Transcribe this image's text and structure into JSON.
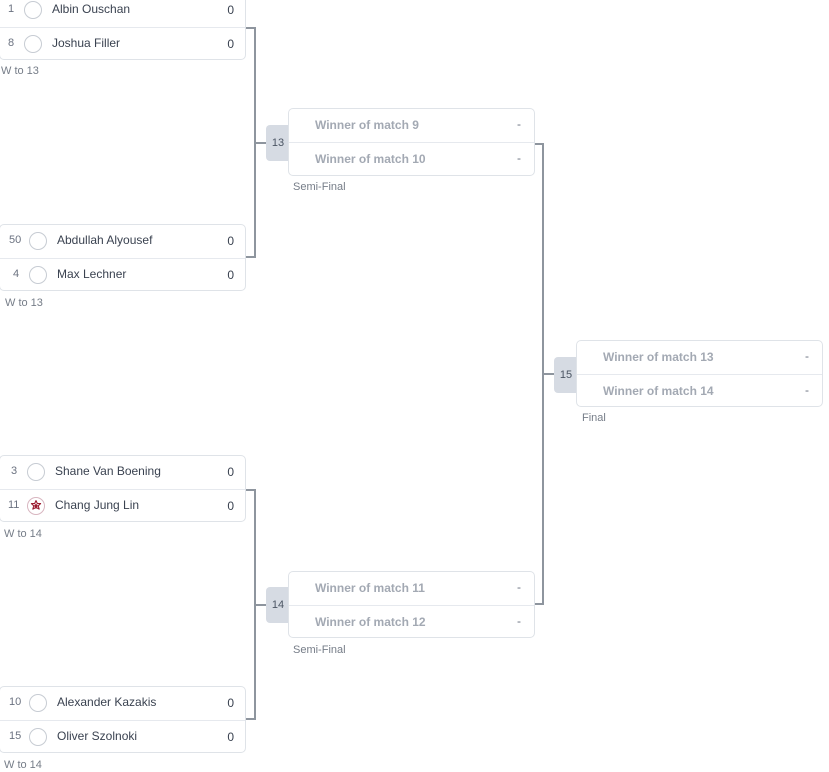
{
  "round1": [
    {
      "players": [
        {
          "seed": "1",
          "name": "Albin Ouschan",
          "score": "0"
        },
        {
          "seed": "8",
          "name": "Joshua Filler",
          "score": "0"
        }
      ],
      "advance": "W to 13"
    },
    {
      "players": [
        {
          "seed": "50",
          "name": "Abdullah Alyousef",
          "score": "0"
        },
        {
          "seed": "4",
          "name": "Max Lechner",
          "score": "0"
        }
      ],
      "advance": "W to 13"
    },
    {
      "players": [
        {
          "seed": "3",
          "name": "Shane Van Boening",
          "score": "0"
        },
        {
          "seed": "11",
          "name": "Chang Jung Lin",
          "score": "0",
          "flag_icon": "chinese-taipei-flag-icon"
        }
      ],
      "advance": "W to 14"
    },
    {
      "players": [
        {
          "seed": "10",
          "name": "Alexander Kazakis",
          "score": "0"
        },
        {
          "seed": "15",
          "name": "Oliver Szolnoki",
          "score": "0"
        }
      ],
      "advance": "W to 14"
    }
  ],
  "semis": [
    {
      "number": "13",
      "slots": [
        {
          "label": "Winner of match 9",
          "score": "-"
        },
        {
          "label": "Winner of match 10",
          "score": "-"
        }
      ],
      "round_label": "Semi-Final"
    },
    {
      "number": "14",
      "slots": [
        {
          "label": "Winner of match 11",
          "score": "-"
        },
        {
          "label": "Winner of match 12",
          "score": "-"
        }
      ],
      "round_label": "Semi-Final"
    }
  ],
  "final": {
    "number": "15",
    "slots": [
      {
        "label": "Winner of match 13",
        "score": "-"
      },
      {
        "label": "Winner of match 14",
        "score": "-"
      }
    ],
    "round_label": "Final"
  },
  "colors": {
    "card_border": "#dfe3e8",
    "connector": "#8e959e",
    "badge_bg": "#d6dbe3",
    "placeholder_text": "#a3a9b3"
  }
}
